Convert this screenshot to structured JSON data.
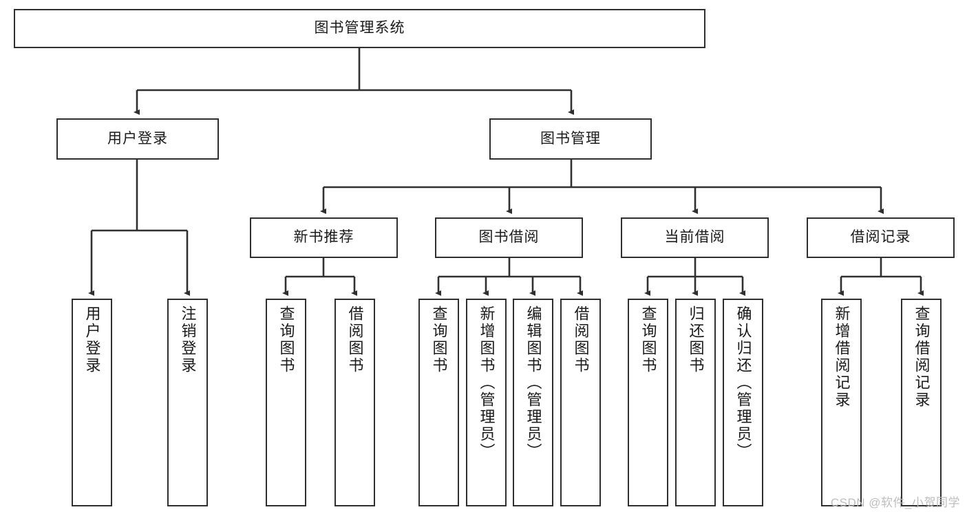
{
  "diagram": {
    "title": "图书管理系统",
    "type": "tree-hierarchy",
    "watermark": "CSDN @软件_小贺同学",
    "line_color": "#2f2f2f",
    "box_fill": "#ffffff",
    "text_color": "#1a1a1a",
    "watermark_color": "#bdbdbd"
  },
  "root": {
    "label": "图书管理系统"
  },
  "level1": [
    {
      "label": "用户登录"
    },
    {
      "label": "图书管理"
    }
  ],
  "level2": [
    {
      "label": "新书推荐"
    },
    {
      "label": "图书借阅"
    },
    {
      "label": "当前借阅"
    },
    {
      "label": "借阅记录"
    }
  ],
  "leaves": {
    "user_login": [
      {
        "label": "用户登录"
      },
      {
        "label": "注销登录"
      }
    ],
    "new_book_recommend": [
      {
        "label": "查询图书"
      },
      {
        "label": "借阅图书"
      }
    ],
    "book_borrow": [
      {
        "label": "查询图书"
      },
      {
        "label": "新增图书（管理员）"
      },
      {
        "label": "编辑图书（管理员）"
      },
      {
        "label": "借阅图书"
      }
    ],
    "current_borrow": [
      {
        "label": "查询图书"
      },
      {
        "label": "归还图书"
      },
      {
        "label": "确认归还（管理员）"
      }
    ],
    "borrow_record": [
      {
        "label": "新增借阅记录"
      },
      {
        "label": "查询借阅记录"
      }
    ]
  }
}
